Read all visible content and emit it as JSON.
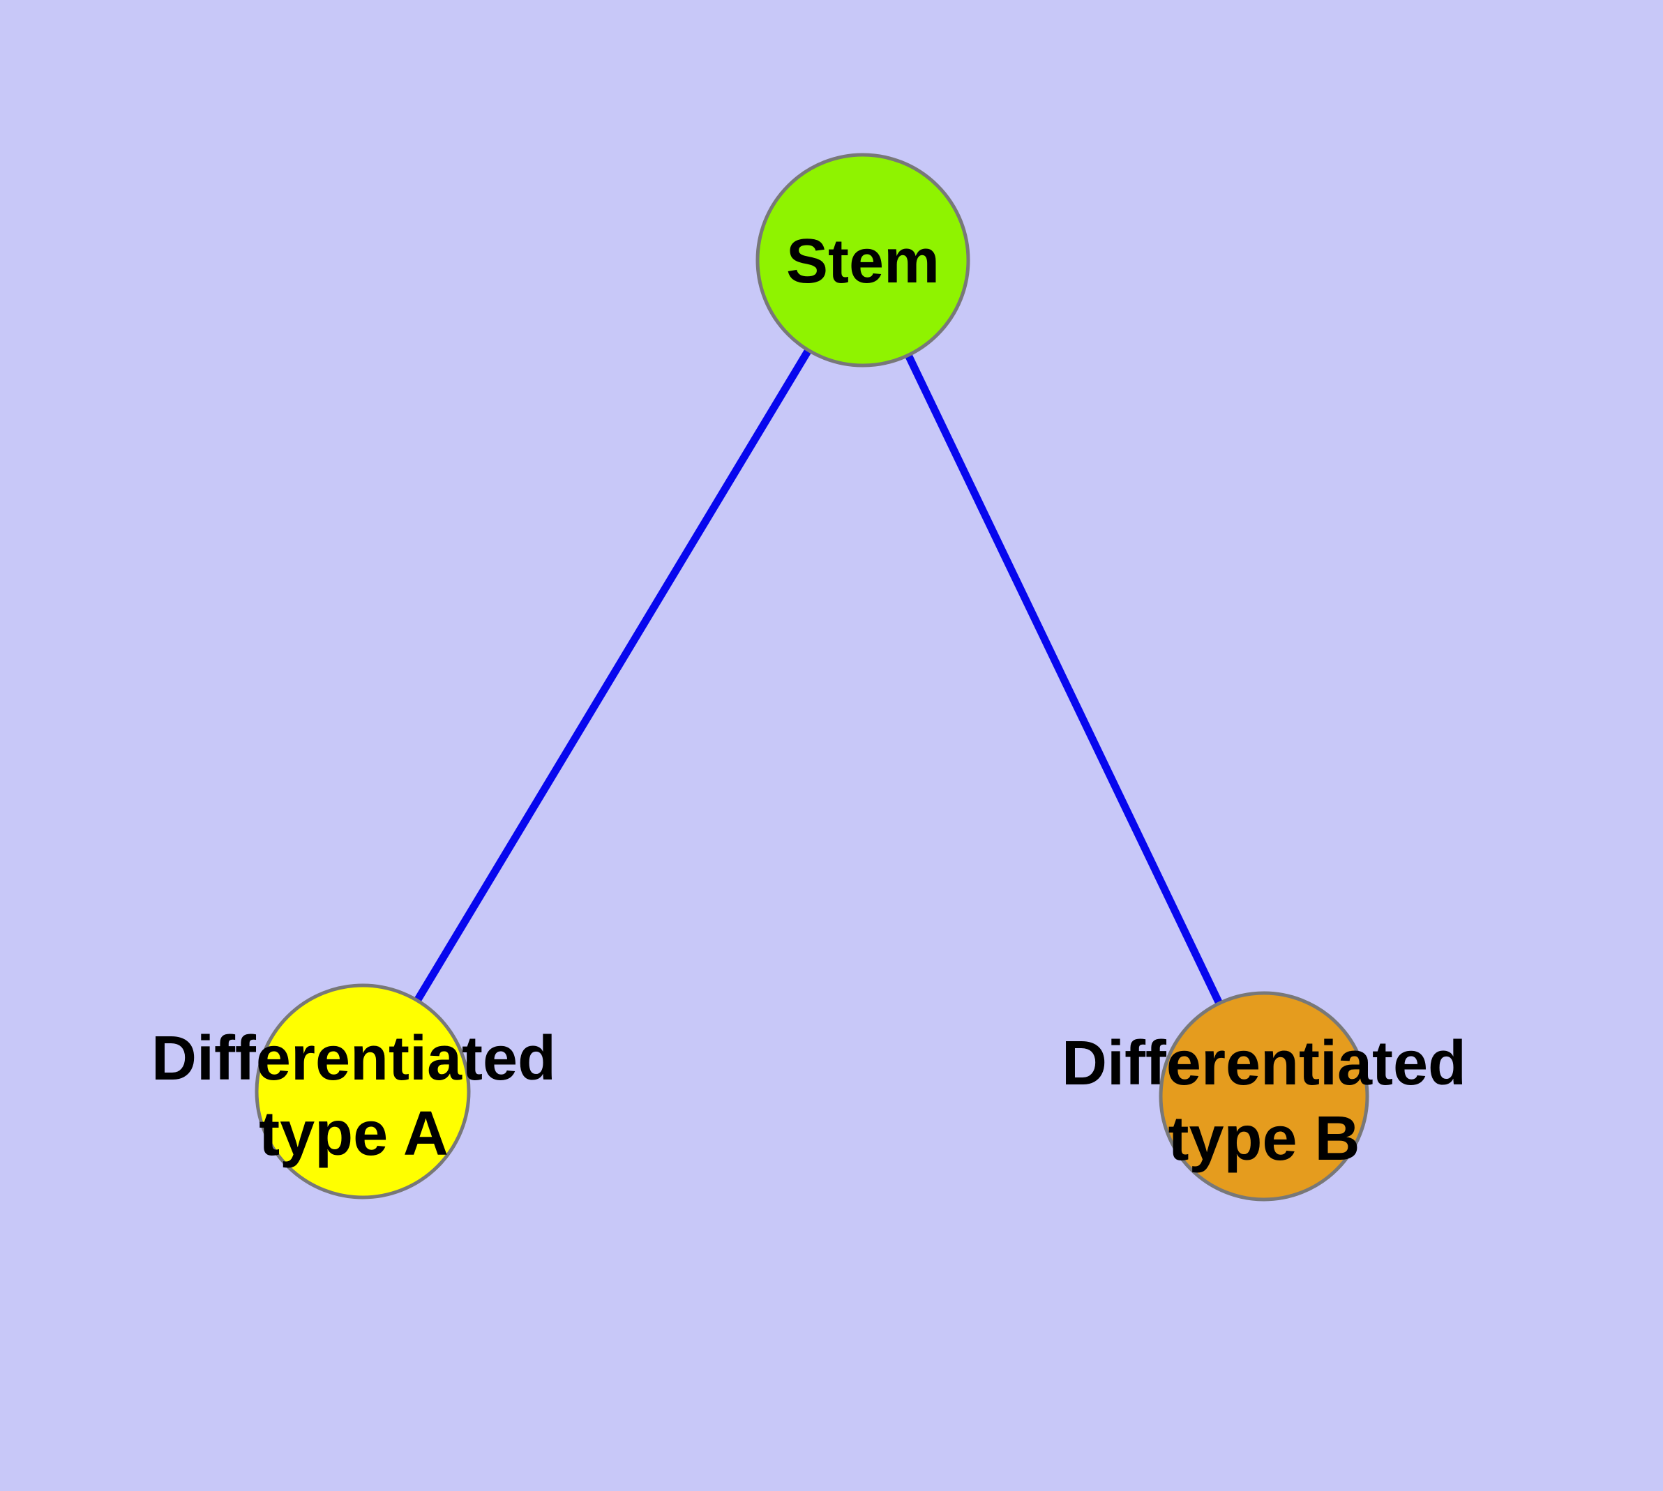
{
  "diagram": {
    "description": "Stem cell differentiation graph",
    "colors": {
      "background": "#C8C8F8",
      "edge": "#0707EE",
      "node_border": "#787878",
      "label_text": "#000000"
    },
    "nodes": [
      {
        "id": "stem",
        "label": "Stem",
        "label_lines": [
          "Stem"
        ],
        "color": "#8FF300"
      },
      {
        "id": "differentiated-type-a",
        "label": "Differentiated type A",
        "label_lines": [
          "Differentiated",
          "type A"
        ],
        "color": "#FFFF00"
      },
      {
        "id": "differentiated-type-b",
        "label": "Differentiated type B",
        "label_lines": [
          "Differentiated",
          "type B"
        ],
        "color": "#E59C1E"
      }
    ],
    "edges": [
      {
        "from": "stem",
        "to": "differentiated-type-a"
      },
      {
        "from": "stem",
        "to": "differentiated-type-b"
      }
    ]
  }
}
